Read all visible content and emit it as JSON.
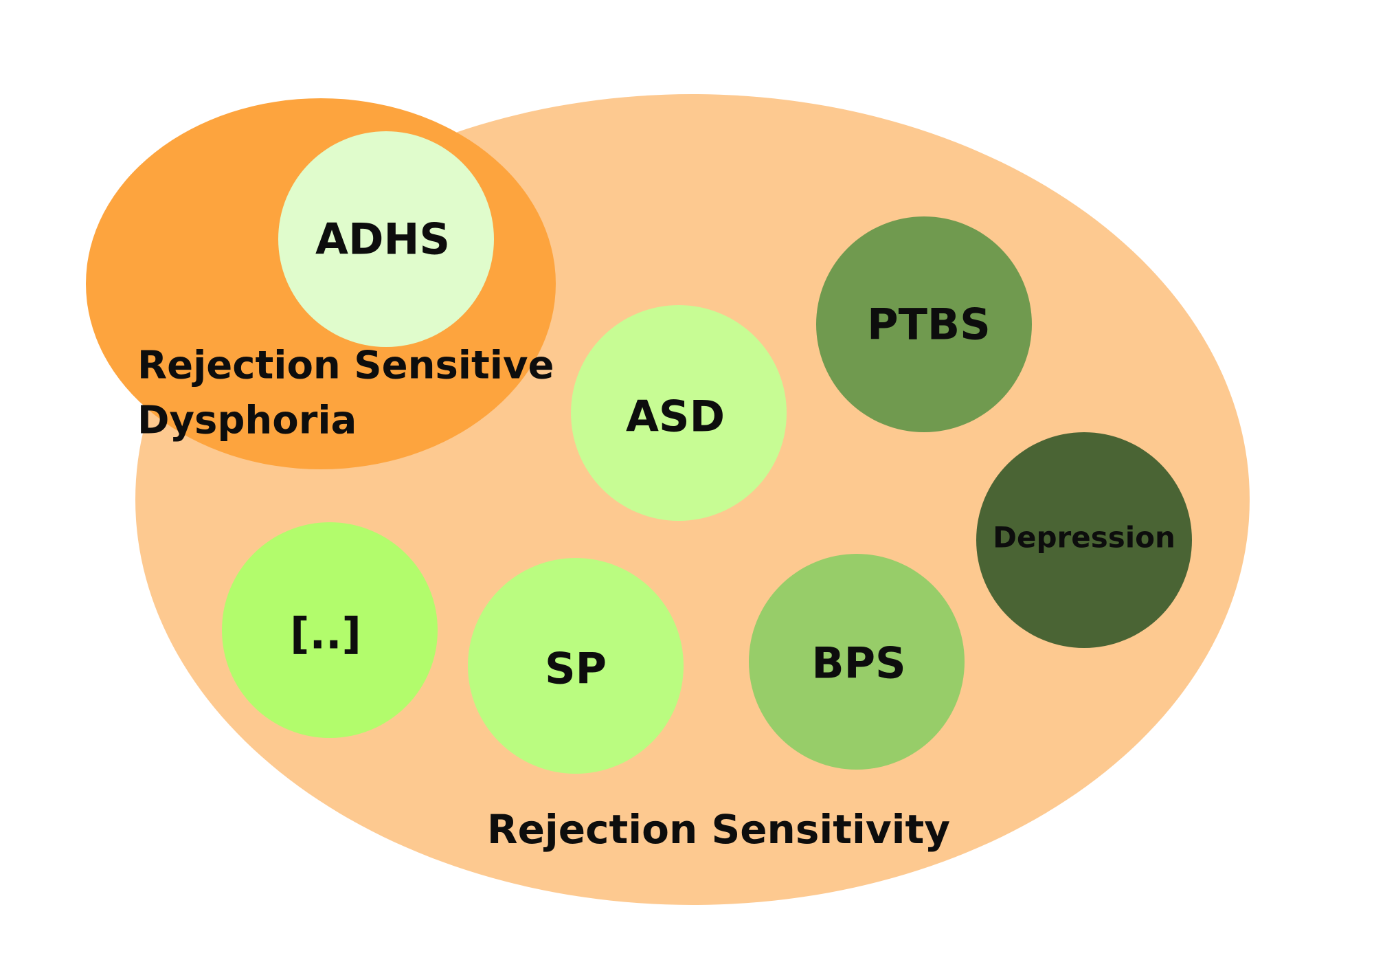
{
  "diagram": {
    "outer_label": "Rejection Sensitivity",
    "rsd_label_line1": "Rejection Sensitive",
    "rsd_label_line2": "Dysphoria",
    "circles": [
      {
        "id": "adhs",
        "label": "ADHS",
        "color": "#e0fccc"
      },
      {
        "id": "asd",
        "label": "ASD",
        "color": "#c7fc94"
      },
      {
        "id": "ptbs",
        "label": "PTBS",
        "color": "#709a4f"
      },
      {
        "id": "depression",
        "label": "Depression",
        "color": "#4a6434"
      },
      {
        "id": "ellipsis",
        "label": "[..]",
        "color": "#b2fc6c"
      },
      {
        "id": "sp",
        "label": "SP",
        "color": "#bafc80"
      },
      {
        "id": "bps",
        "label": "BPS",
        "color": "#97cd69"
      }
    ],
    "colors": {
      "outer_ellipse": "#fdc990",
      "rsd_ellipse": "#fda43e",
      "text": "#0d0d0d"
    }
  }
}
